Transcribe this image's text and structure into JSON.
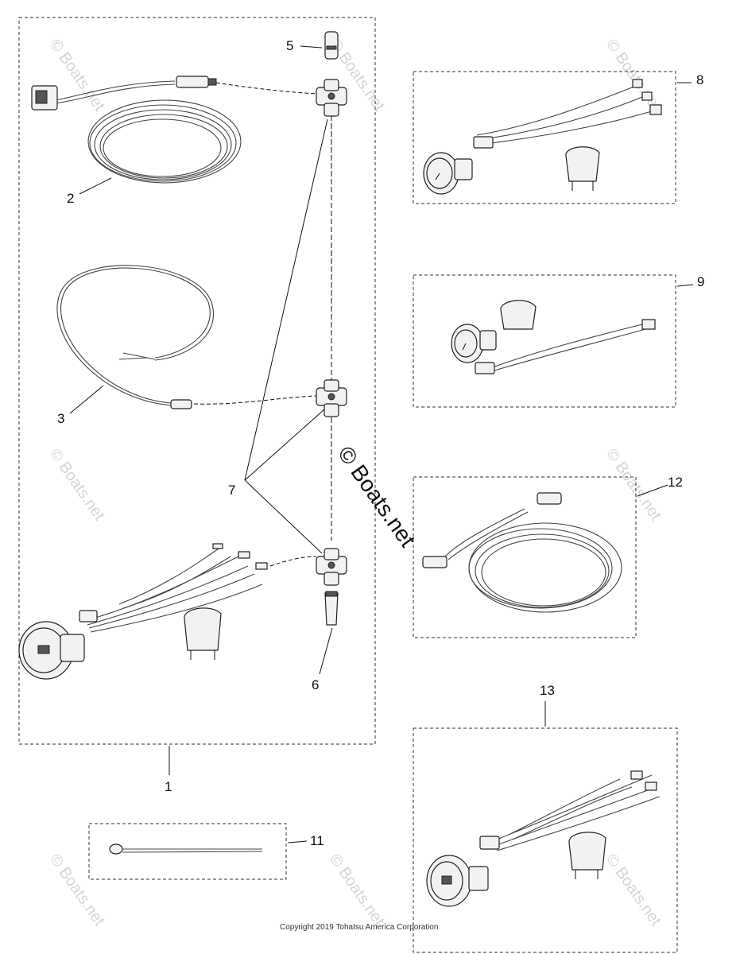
{
  "callouts": {
    "c1": "1",
    "c2": "2",
    "c3": "3",
    "c5": "5",
    "c6": "6",
    "c7": "7",
    "c8": "8",
    "c9": "9",
    "c11": "11",
    "c12": "12",
    "c13": "13"
  },
  "watermark": "© Boats.net",
  "copyright": "Copyright 2019 Tohatsu America Corporation"
}
